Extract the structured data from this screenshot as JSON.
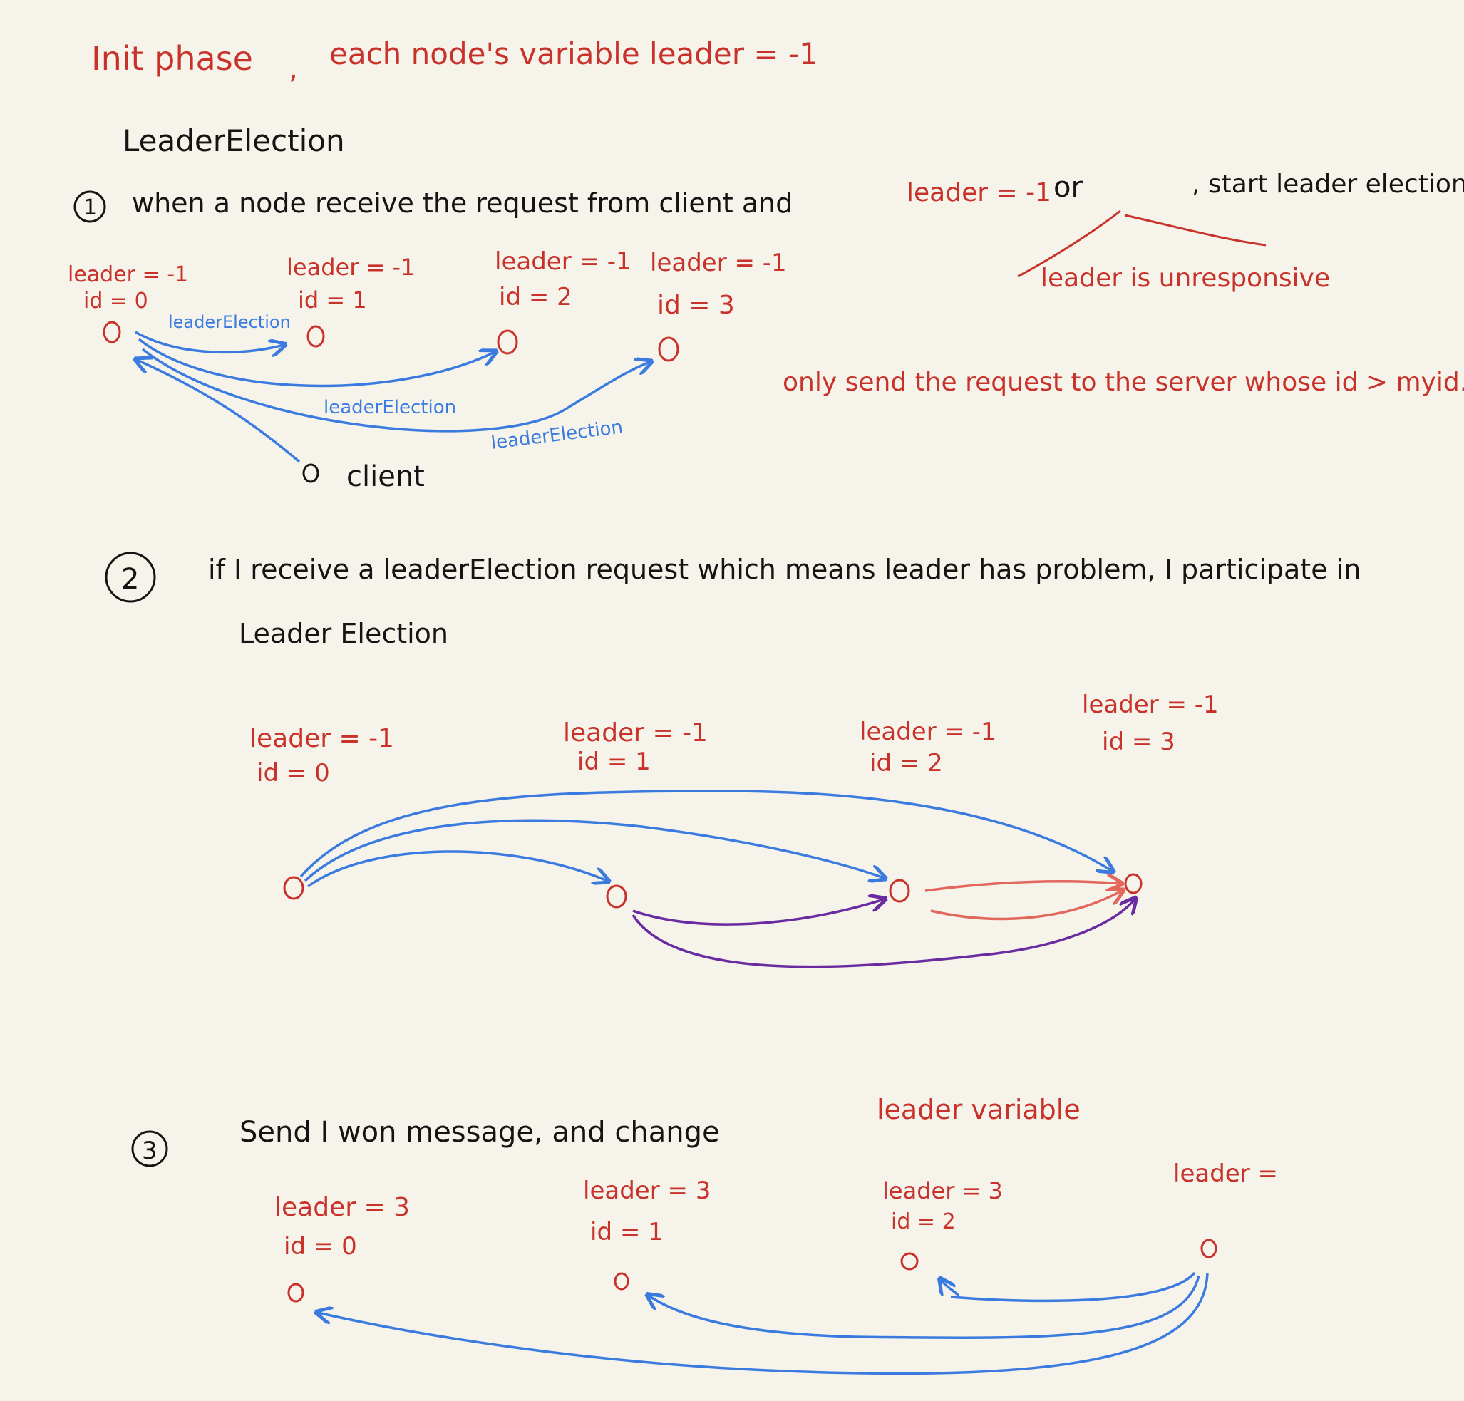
{
  "colors": {
    "background": "#f6f4ea",
    "red_ink": "#c8322a",
    "black_ink": "#141414",
    "blue_ink": "#3b7be0",
    "salmon_ink": "#e2675d",
    "purple_ink": "#6a2aa0"
  },
  "header": {
    "init_text": "Init phase",
    "init_comma": ",",
    "init_var_text": "each node's variable leader = -1"
  },
  "section_title": "LeaderElection",
  "step1": {
    "number": "1",
    "text_a": "when a node receive the request from client and",
    "cond_red": "leader = -1",
    "or_text": "or",
    "start_text": ", start leader election",
    "unresponsive": "leader is unresponsive",
    "note": "only send the request to the server whose id > myid.",
    "client_label": "client",
    "msg_labels": [
      "leaderElection",
      "leaderElection",
      "leaderElection"
    ],
    "nodes": [
      {
        "leader": "leader = -1",
        "id": "id = 0"
      },
      {
        "leader": "leader = -1",
        "id": "id = 1"
      },
      {
        "leader": "leader = -1",
        "id": "id = 2"
      },
      {
        "leader": "leader = -1",
        "id": "id = 3"
      }
    ]
  },
  "step2": {
    "number": "2",
    "text_a": "if I receive a leaderElection request which means leader has problem, I participate in",
    "text_b": "Leader Election",
    "nodes": [
      {
        "leader": "leader = -1",
        "id": "id = 0"
      },
      {
        "leader": "leader = -1",
        "id": "id = 1"
      },
      {
        "leader": "leader = -1",
        "id": "id = 2"
      },
      {
        "leader": "leader = -1",
        "id": "id = 3"
      }
    ]
  },
  "step3": {
    "number": "3",
    "text_a": "Send I won message, and change",
    "text_red": "leader variable",
    "nodes": [
      {
        "leader": "leader = 3",
        "id": "id = 0"
      },
      {
        "leader": "leader = 3",
        "id": "id = 1"
      },
      {
        "leader": "leader = 3",
        "id": "id = 2"
      },
      {
        "leader": "leader =",
        "id": ""
      }
    ]
  }
}
